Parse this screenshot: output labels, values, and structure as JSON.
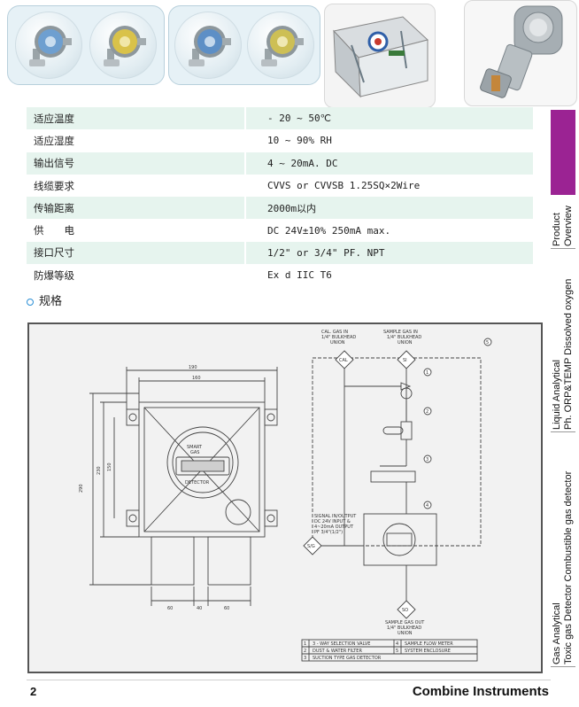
{
  "specs": [
    {
      "key": "适应温度",
      "value": "- 20 ~ 50℃"
    },
    {
      "key": "适应湿度",
      "value": "10 ~ 90% RH"
    },
    {
      "key": "输出信号",
      "value": "4 ~ 20mA. DC"
    },
    {
      "key": "线缆要求",
      "value": "CVVS or CVVSB 1.25SQ×2Wire"
    },
    {
      "key": "传输距离",
      "value": "2000m以内"
    },
    {
      "key": "供　　电",
      "value": "DC 24V±10% 250mA max."
    },
    {
      "key": "接口尺寸",
      "value": "1/2\" or 3/4\" PF. NPT"
    },
    {
      "key": "防爆等级",
      "value": "Ex d IIC T6"
    }
  ],
  "section": {
    "title": "规格"
  },
  "drawing": {
    "dims_top": [
      "190",
      "160"
    ],
    "dims_left": [
      "290",
      "230",
      "150"
    ],
    "dims_bottom": [
      "60",
      "40",
      "60"
    ],
    "plate_lines": [
      "SMART",
      "GAS",
      "DETECTOR"
    ],
    "cal_in": [
      "CAL. GAS IN",
      "1/4\" BULKHEAD",
      "UNION"
    ],
    "sample_in": [
      "SAMPLE GAS IN",
      "1/4\" BULKHEAD",
      "UNION"
    ],
    "cal_tag": "CAL",
    "si_tag": "SI",
    "sg_tag": "S/G",
    "so_tag": "SO",
    "signal": [
      "SIGNAL IN/OUTPUT",
      "DC 24V INPUT &",
      "4~20mA OUTPUT",
      "PF 3/4\"(1/2\")"
    ],
    "sample_out": [
      "SAMPLE GAS OUT",
      "1/4\" BULKHEAD",
      "UNION"
    ],
    "callouts": [
      "1",
      "2",
      "3",
      "4",
      "5"
    ],
    "legend": [
      [
        "1",
        "3 - WAY SELECTION VALVE",
        "4",
        "SAMPLE FLOW METER"
      ],
      [
        "2",
        "DUST & WATER FILTER",
        "5",
        "SYSTEM ENCLOSURE"
      ],
      [
        "3",
        "SUCTION TYPE GAS DETECTOR",
        "",
        ""
      ]
    ]
  },
  "sidebar": [
    {
      "line1": "Product",
      "line2": "Overview"
    },
    {
      "line1": "Liquid Analytical",
      "line2": "Ph. ORP&TEMP Dissolved oxygen"
    },
    {
      "line1": "Gas Analytical",
      "line2": "Toxic gas Detector Combustible gas detector"
    }
  ],
  "footer": {
    "page": "2",
    "brand": "Combine Instruments"
  },
  "colors": {
    "tab_active": "#9b2393",
    "table_stripe": "#e6f4ee",
    "bullet": "#2b8fd6"
  }
}
